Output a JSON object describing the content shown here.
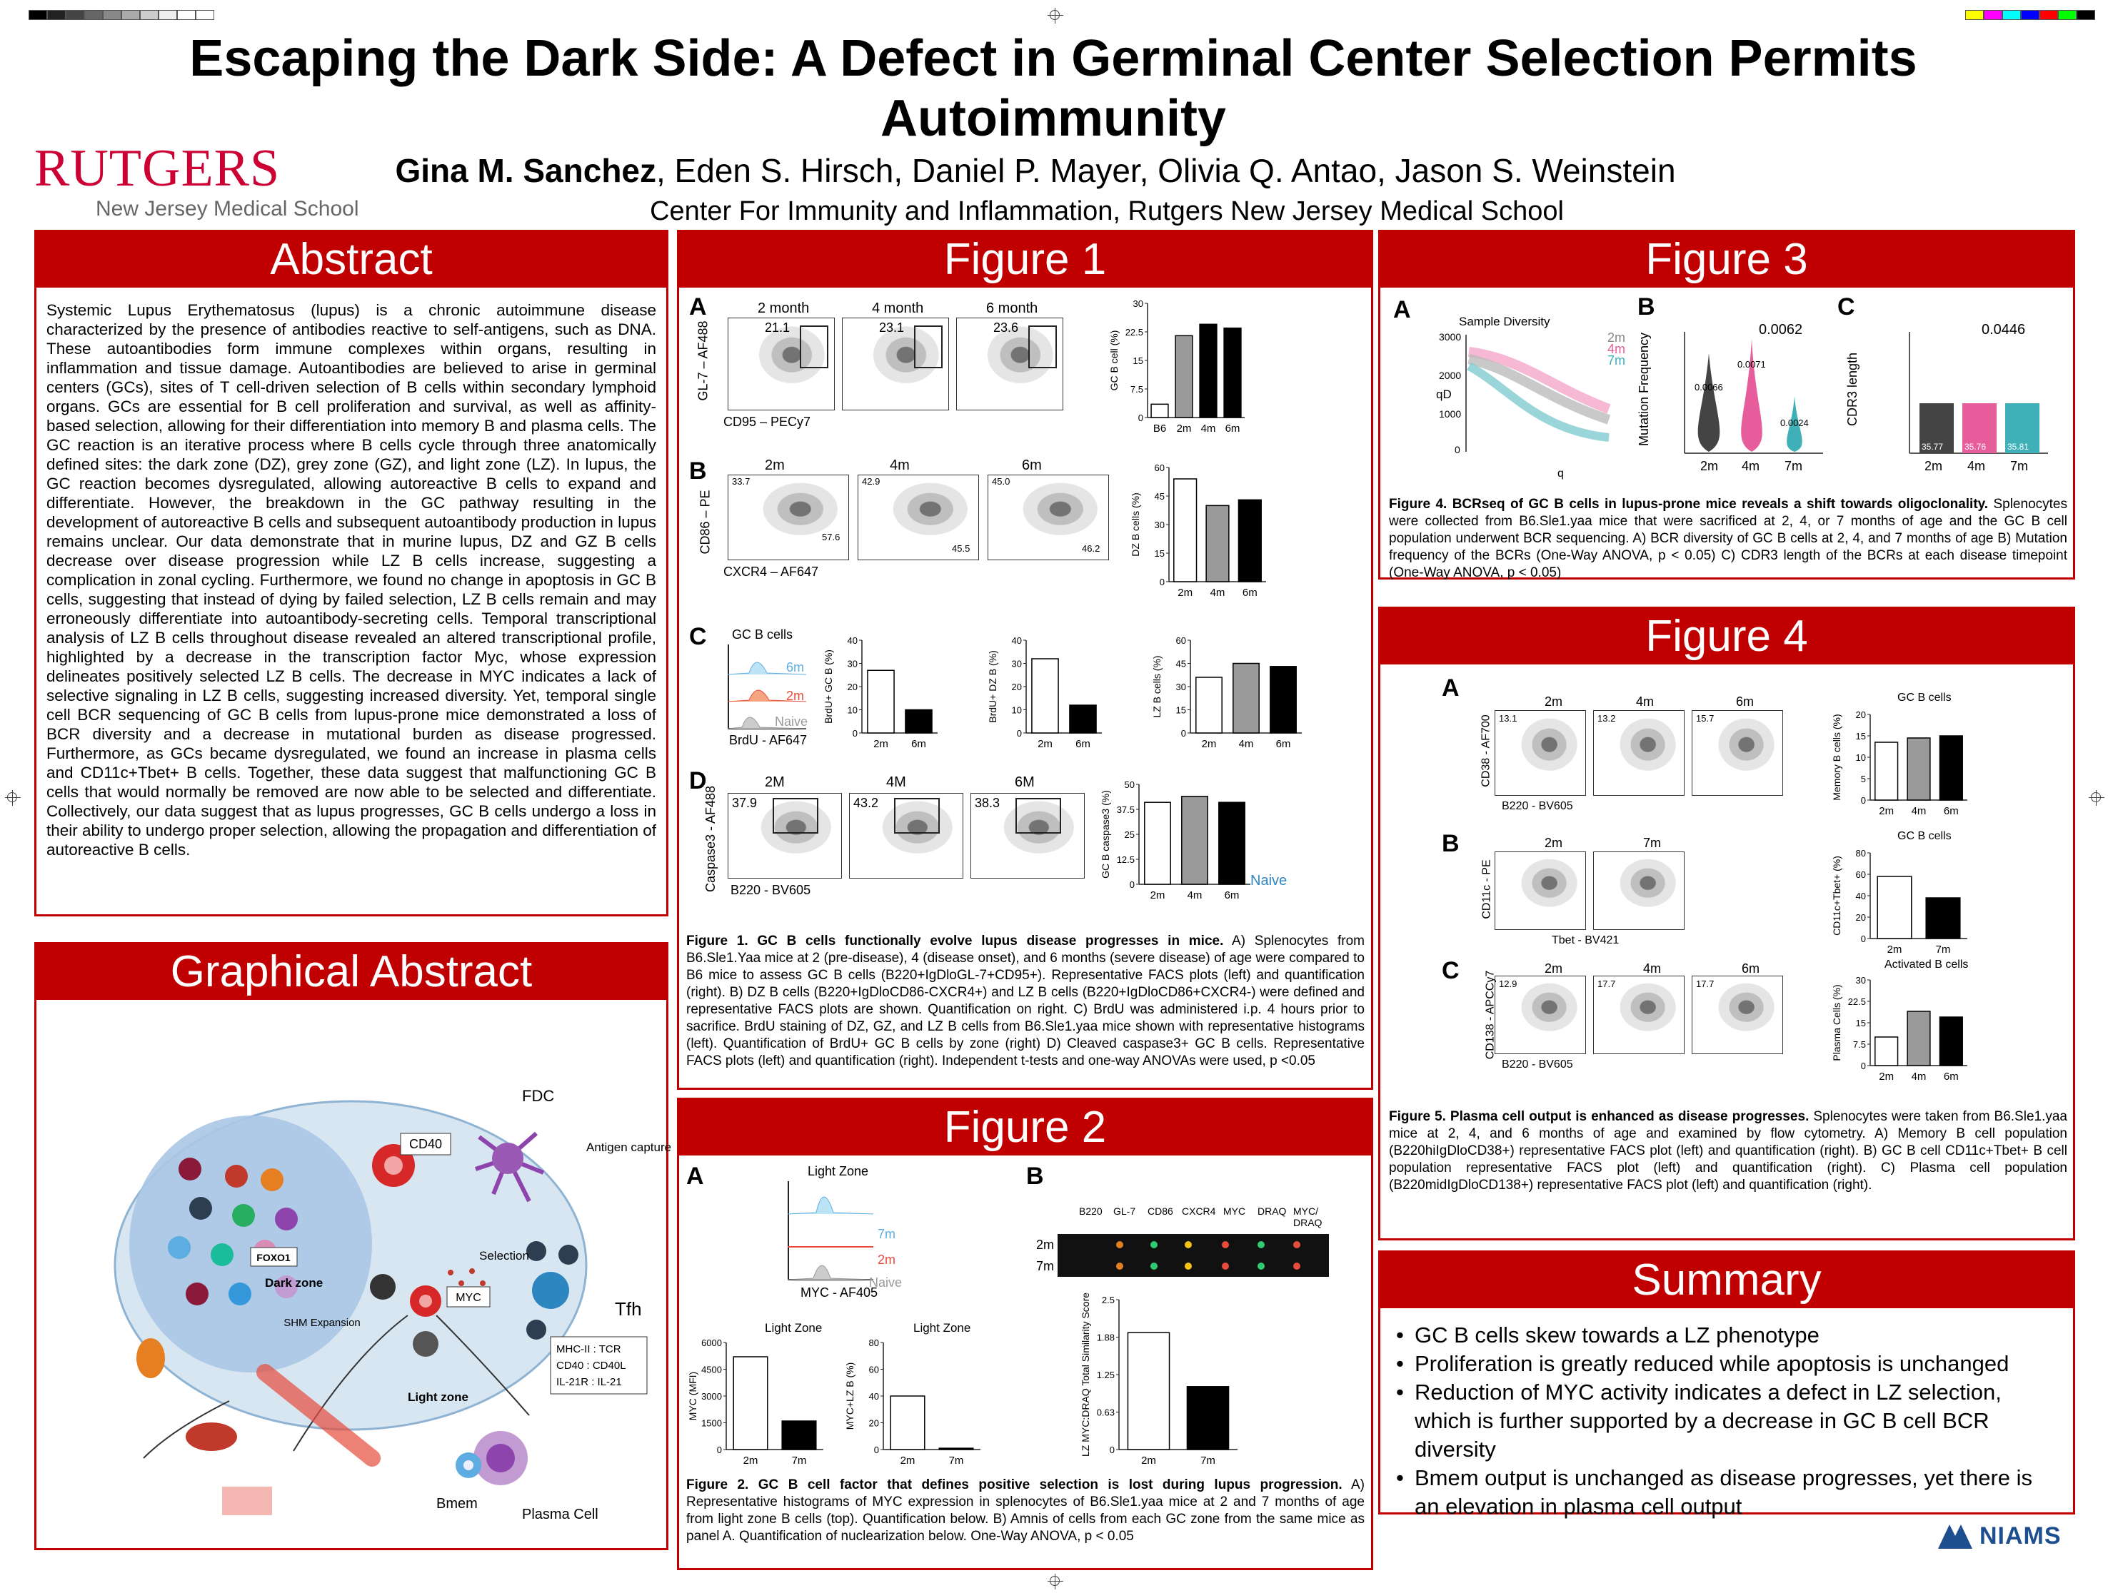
{
  "header": {
    "title_line1": "Escaping the Dark Side: A Defect in Germinal Center Selection Permits",
    "title_line2": "Autoimmunity",
    "author_lead": "Gina M. Sanchez",
    "authors_rest": ", Eden S. Hirsch, Daniel P. Mayer, Olivia Q. Antao, Jason S. Weinstein",
    "affiliation": "Center For Immunity and Inflammation, Rutgers New Jersey Medical School",
    "logo_main": "RUTGERS",
    "logo_sub": "New Jersey Medical School"
  },
  "abstract": {
    "heading": "Abstract",
    "text": "Systemic Lupus Erythematosus (lupus) is a chronic autoimmune disease characterized by the presence of antibodies reactive to self-antigens, such as DNA. These autoantibodies form immune complexes within organs, resulting in inflammation and tissue damage. Autoantibodies are believed to arise in germinal centers (GCs), sites of T cell-driven selection of B cells within secondary lymphoid organs. GCs are essential for B cell proliferation and survival, as well as affinity-based selection, allowing for their differentiation into memory B and plasma cells. The GC reaction is an iterative process where B cells cycle through three anatomically defined sites: the dark zone (DZ), grey zone (GZ), and light zone (LZ). In lupus, the GC reaction becomes dysregulated, allowing autoreactive B cells to expand and differentiate. However, the breakdown in the GC pathway resulting in the development of autoreactive B cells and subsequent autoantibody production in lupus remains unclear. Our data demonstrate that in murine lupus, DZ and GZ B cells decrease over disease progression while LZ B cells increase, suggesting a complication in zonal cycling. Furthermore, we found no change in apoptosis in GC B cells, suggesting that instead of dying by failed selection, LZ B cells remain and may erroneously differentiate into autoantibody-secreting cells. Temporal transcriptional analysis of LZ B cells throughout disease revealed an altered transcriptional profile, highlighted by a decrease in the transcription factor Myc, whose expression delineates positively selected LZ B cells. The decrease in MYC indicates a lack of selective signaling in LZ B cells, suggesting increased diversity. Yet, temporal single cell BCR sequencing of GC B cells from lupus-prone mice demonstrated a loss of BCR diversity and a decrease in mutational burden as disease progressed. Furthermore, as GCs became dysregulated, we found an increase in plasma cells and CD11c+Tbet+ B cells. Together, these data suggest that malfunctioning GC B cells that would normally be removed are now able to be selected and differentiate. Collectively, our data suggest that as lupus progresses, GC B cells undergo a loss in their ability to undergo proper selection, allowing the propagation and differentiation of autoreactive B cells."
  },
  "graphical": {
    "heading": "Graphical Abstract",
    "labels": {
      "fdc": "FDC",
      "antigen": "Antigen capture",
      "cd40": "CD40",
      "foxo1": "FOXO1",
      "dark_zone": "Dark zone",
      "shm": "SHM Expansion",
      "selection": "Selection",
      "myc": "MYC",
      "tfh": "Tfh",
      "pairs1": "MHC-II : TCR",
      "pairs2": "CD40 : CD40L",
      "pairs3": "IL-21R : IL-21",
      "light_zone": "Light zone",
      "bmem": "Bmem",
      "plasma": "Plasma Cell"
    }
  },
  "fig1": {
    "heading": "Figure 1",
    "panel_labels": [
      "A",
      "B",
      "C",
      "D"
    ],
    "a_cols": [
      "2 month",
      "4 month",
      "6 month"
    ],
    "a_gates": [
      "21.1",
      "23.1",
      "23.6"
    ],
    "a_ylabel": "GL-7 – AF488",
    "a_xlabel": "CD95 – PECy7",
    "a_bar_ylabel": "GC B cell (%)",
    "a_bar_cats": [
      "B6",
      "2m",
      "4m",
      "6m"
    ],
    "a_sig": "****",
    "b_cols": [
      "2m",
      "4m",
      "6m"
    ],
    "b_dz": [
      "33.7",
      "42.9",
      "45.0"
    ],
    "b_lz": [
      "57.6",
      "45.5",
      "46.2"
    ],
    "b_ylabel": "CD86 – PE",
    "b_xlabel": "CXCR4 – AF647",
    "b_bar_ylabel": "DZ B cells (%)",
    "b_bar_cats": [
      "2m",
      "4m",
      "6m"
    ],
    "c_hist_title": "GC B cells",
    "c_hist_lines": [
      "6m",
      "2m",
      "Naive"
    ],
    "c_xlabel": "BrdU - AF647",
    "c_b1_ylabel": "BrdU+ GC B (%)",
    "c_b2_ylabel": "BrdU+ DZ B (%)",
    "c_b3_ylabel": "LZ B cells (%)",
    "c_two_cats": [
      "2m",
      "6m"
    ],
    "c_three_cats": [
      "2m",
      "4m",
      "6m"
    ],
    "d_cols": [
      "2M",
      "4M",
      "6M"
    ],
    "d_gates": [
      "37.9",
      "43.2",
      "38.3"
    ],
    "d_ylabel": "Caspase3 - AF488",
    "d_xlabel": "B220 - BV605",
    "d_bar_ylabel": "GC B caspase3 (%)",
    "d_naive": "Naive",
    "d_bar_cats": [
      "2m",
      "4m",
      "6m"
    ],
    "caption_bold": "Figure 1. GC B cells functionally evolve lupus disease progresses in mice.",
    "caption": " A) Splenocytes from B6.Sle1.Yaa mice at 2 (pre-disease), 4 (disease onset), and 6 months (severe disease) of age were compared to B6 mice to assess GC B cells (B220+IgDloGL-7+CD95+). Representative FACS plots (left) and quantification (right). B) DZ B cells (B220+IgDloCD86-CXCR4+) and LZ B cells (B220+IgDloCD86+CXCR4-) were defined and representative FACS plots are shown. Quantification on right. C) BrdU was administered i.p. 4 hours prior to sacrifice. BrdU staining of DZ, GZ, and LZ B cells from B6.Sle1.yaa mice shown with representative histograms (left). Quantification of BrdU+ GC B cells by zone (right) D) Cleaved caspase3+ GC B cells. Representative FACS plots (left) and quantification (right). Independent t-tests and one-way ANOVAs were used, p <0.05"
  },
  "fig2": {
    "heading": "Figure 2",
    "panel_labels": [
      "A",
      "B"
    ],
    "hist_title": "Light Zone",
    "hist_lines": [
      "7m",
      "2m",
      "Naive"
    ],
    "hist_xlabel": "MYC - AF405",
    "bar1_title": "Light Zone",
    "bar1_ylabel": "MYC (MFI)",
    "bar2_title": "Light Zone",
    "bar2_ylabel": "MYC+LZ B (%)",
    "cats": [
      "2m",
      "7m"
    ],
    "amnis_cols": [
      "B220",
      "GL-7",
      "CD86",
      "CXCR4",
      "MYC",
      "DRAQ",
      "MYC/ DRAQ"
    ],
    "amnis_rows": [
      "2m",
      "7m"
    ],
    "bar3_ylabel": "LZ MYC:DRAQ Total Similarity Score",
    "caption_bold": "Figure 2. GC B cell factor that defines positive selection is lost during lupus progression.",
    "caption": " A) Representative histograms of MYC expression in splenocytes of B6.Sle1.yaa mice at 2 and 7 months of age from light zone B cells (top). Quantification below. B) Amnis of cells from each GC zone from the same mice as panel A. Quantification of nuclearization below. One-Way ANOVA, p < 0.05"
  },
  "fig3": {
    "heading": "Figure 3",
    "panel_labels": [
      "A",
      "B",
      "C"
    ],
    "a_title": "Sample Diversity",
    "a_legend": [
      "2m",
      "4m",
      "7m"
    ],
    "a_ylabel": "qD",
    "a_xlabel": "q",
    "b_ylabel": "Mutation Frequency",
    "b_p": "0.0062",
    "b_vals": [
      "0.0066",
      "0.0071",
      "0.0024"
    ],
    "c_ylabel": "CDR3 length",
    "c_p": "0.0446",
    "c_vals": [
      "35.77",
      "35.76",
      "35.81"
    ],
    "cats": [
      "2m",
      "4m",
      "7m"
    ],
    "caption_bold": "Figure 4. BCRseq of GC B cells in lupus-prone mice reveals a shift towards oligoclonality.",
    "caption": " Splenocytes were collected from B6.Sle1.yaa mice that were sacrificed at 2, 4, or 7 months of age and the GC B cell population underwent BCR sequencing. A) BCR diversity of GC B cells at 2, 4, and 7 months of age B) Mutation frequency of the BCRs (One-Way ANOVA, p < 0.05) C) CDR3 length of the BCRs at each disease timepoint (One-Way ANOVA, p < 0.05)"
  },
  "fig4": {
    "heading": "Figure 4",
    "panel_labels": [
      "A",
      "B",
      "C"
    ],
    "a_cols": [
      "2m",
      "4m",
      "6m"
    ],
    "a_gates": [
      "13.1",
      "13.2",
      "15.7"
    ],
    "a_ylabel": "CD38 - AF700",
    "a_xlabel": "B220 - BV605",
    "a_bar_title": "GC B cells",
    "a_bar_ylabel": "Memory B cells (%)",
    "b_cols": [
      "2m",
      "7m"
    ],
    "b_ylabel": "CD11c - PE",
    "b_xlabel": "Tbet - BV421",
    "b_bar_title": "GC B cells",
    "b_bar_ylabel": "CD11c+Tbet+ (%)",
    "b_cats": [
      "2m",
      "7m"
    ],
    "c_cols": [
      "2m",
      "4m",
      "6m"
    ],
    "c_gates": [
      "12.9",
      "17.7",
      "17.7"
    ],
    "c_ylabel": "CD138 - APCCy7",
    "c_xlabel": "B220 - BV605",
    "c_bar_title": "Activated B cells",
    "c_bar_ylabel": "Plasma Cells (%)",
    "cats": [
      "2m",
      "4m",
      "6m"
    ],
    "caption_bold": "Figure 5. Plasma cell output is enhanced as disease progresses.",
    "caption": " Splenocytes were taken from B6.Sle1.yaa mice at 2, 4, and 6 months of age and examined by flow cytometry. A) Memory B cell population (B220hiIgDloCD38+) representative FACS plot (left) and quantification (right). B) GC B cell CD11c+Tbet+ B cell population representative FACS plot (left) and quantification (right). C) Plasma cell population (B220midIgDloCD138+) representative FACS plot (left) and quantification (right)."
  },
  "summary": {
    "heading": "Summary",
    "items": [
      "GC B cells skew towards a LZ phenotype",
      "Proliferation is greatly reduced while apoptosis is unchanged",
      "Reduction of MYC activity indicates a defect in LZ selection, which is further supported by a decrease in GC B cell BCR diversity",
      "Bmem output is unchanged as disease progresses, yet there is an elevation in plasma cell output"
    ]
  },
  "footer": {
    "niams": "NIAMS"
  },
  "chart_data": [
    {
      "type": "bar",
      "title": "",
      "categories": [
        "B6",
        "2m",
        "4m",
        "6m"
      ],
      "values": [
        3.5,
        21.5,
        24.5,
        23.5
      ],
      "ylabel": "GC B cell (%)",
      "ylim": [
        0,
        30
      ]
    },
    {
      "type": "bar",
      "title": "",
      "categories": [
        "2m",
        "4m",
        "6m"
      ],
      "values": [
        54,
        40,
        43
      ],
      "ylabel": "DZ B cells (%)",
      "ylim": [
        0,
        60
      ]
    },
    {
      "type": "bar",
      "title": "",
      "categories": [
        "2m",
        "6m"
      ],
      "values": [
        27,
        10
      ],
      "ylabel": "BrdU+ GC B (%)",
      "ylim": [
        0,
        40
      ]
    },
    {
      "type": "bar",
      "title": "",
      "categories": [
        "2m",
        "6m"
      ],
      "values": [
        32,
        12
      ],
      "ylabel": "BrdU+ DZ B (%)",
      "ylim": [
        0,
        40
      ]
    },
    {
      "type": "bar",
      "title": "",
      "categories": [
        "2m",
        "4m",
        "6m"
      ],
      "values": [
        36,
        45,
        43
      ],
      "ylabel": "LZ B cells (%)",
      "ylim": [
        0,
        60
      ]
    },
    {
      "type": "bar",
      "title": "",
      "categories": [
        "2m",
        "4m",
        "6m"
      ],
      "values": [
        41,
        44,
        41
      ],
      "ylabel": "GC B caspase3 (%)",
      "ylim": [
        0,
        50
      ]
    },
    {
      "type": "bar",
      "title": "Light Zone",
      "categories": [
        "2m",
        "7m"
      ],
      "values": [
        5200,
        1600
      ],
      "ylabel": "MYC (MFI)",
      "ylim": [
        0,
        6000
      ]
    },
    {
      "type": "bar",
      "title": "Light Zone",
      "categories": [
        "2m",
        "7m"
      ],
      "values": [
        40,
        1
      ],
      "ylabel": "MYC+LZ B (%)",
      "ylim": [
        0,
        80
      ]
    },
    {
      "type": "bar",
      "title": "",
      "categories": [
        "2m",
        "7m"
      ],
      "values": [
        1.95,
        1.05
      ],
      "ylabel": "LZ MYC:DRAQ Total Similarity Score",
      "ylim": [
        0,
        2.5
      ]
    },
    {
      "type": "bar",
      "title": "GC B cells",
      "categories": [
        "2m",
        "4m",
        "6m"
      ],
      "values": [
        13.5,
        14.5,
        15
      ],
      "ylabel": "Memory B cells (%)",
      "ylim": [
        0,
        20
      ]
    },
    {
      "type": "bar",
      "title": "GC B cells",
      "categories": [
        "2m",
        "7m"
      ],
      "values": [
        58,
        38
      ],
      "ylabel": "CD11c+Tbet+ (%)",
      "ylim": [
        0,
        80
      ]
    },
    {
      "type": "bar",
      "title": "Activated B cells",
      "categories": [
        "2m",
        "4m",
        "6m"
      ],
      "values": [
        10,
        19,
        17
      ],
      "ylabel": "Plasma Cells (%)",
      "ylim": [
        0,
        30
      ]
    }
  ]
}
